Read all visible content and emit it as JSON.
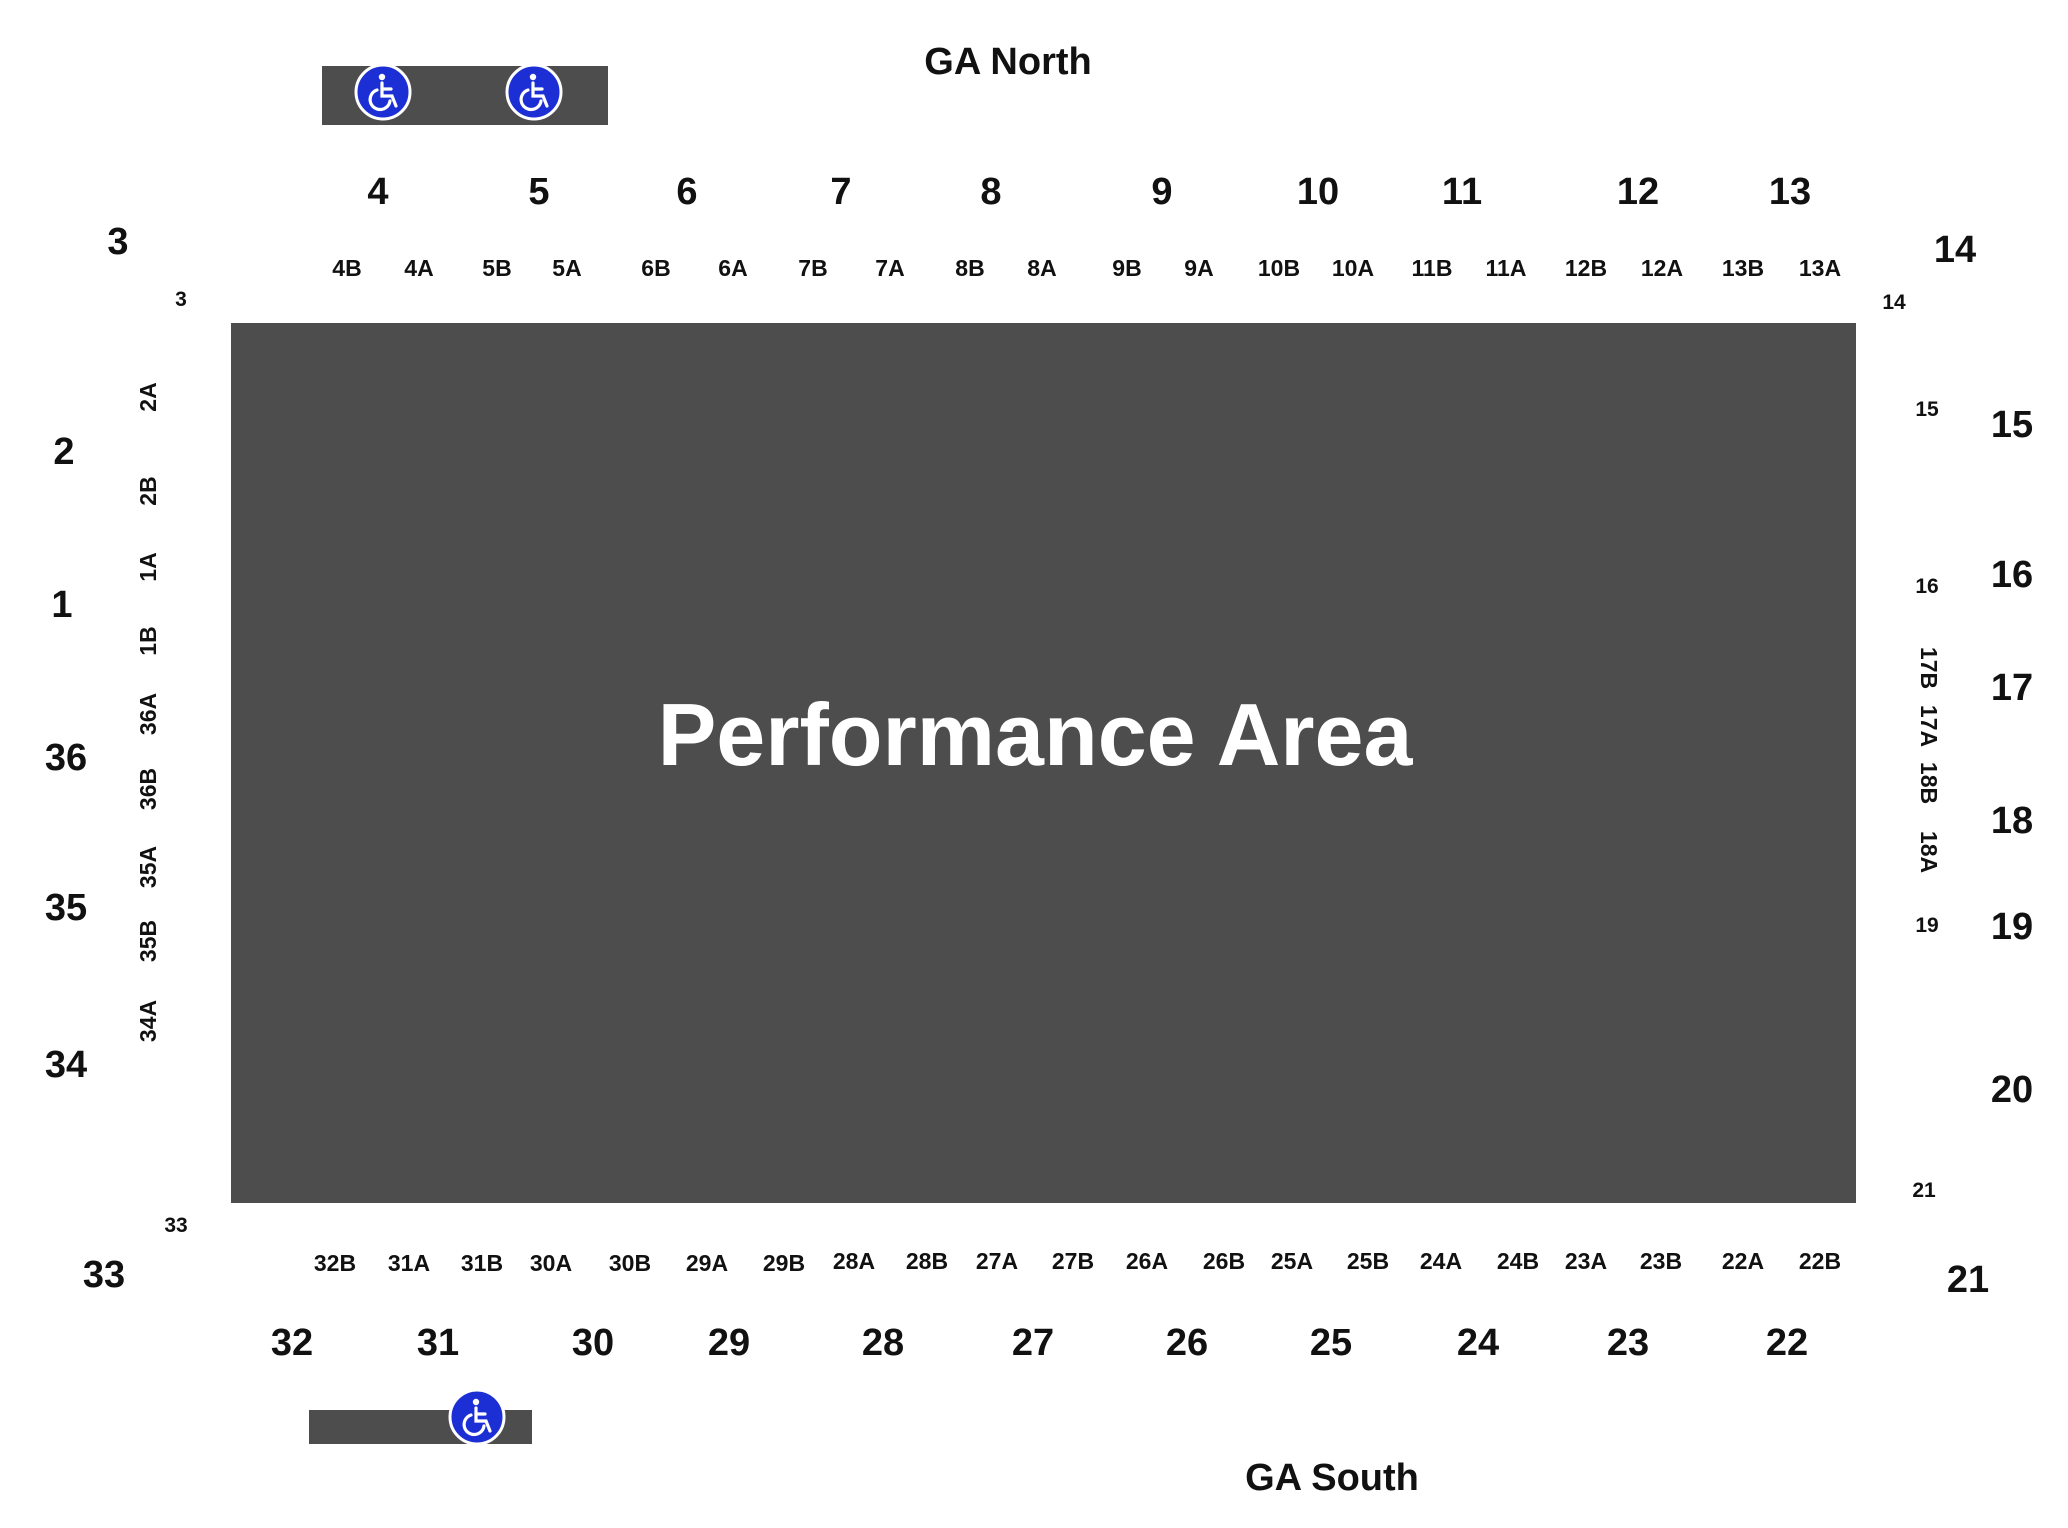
{
  "stage": {
    "label": "Performance Area",
    "color": "#4d4d4d"
  },
  "general_admission": {
    "north": "GA North",
    "south": "GA South"
  },
  "accessible": {
    "icon": "wheelchair-icon",
    "badge_color": "#1b2fd4",
    "platform_color": "#4d4d4d"
  },
  "sections": {
    "north": [
      "4",
      "5",
      "6",
      "7",
      "8",
      "9",
      "10",
      "11",
      "12",
      "13"
    ],
    "north_rows": [
      "4B",
      "4A",
      "5B",
      "5A",
      "6B",
      "6A",
      "7B",
      "7A",
      "8B",
      "8A",
      "9B",
      "9A",
      "10B",
      "10A",
      "11B",
      "11A",
      "12B",
      "12A",
      "13B",
      "13A"
    ],
    "south": [
      "32",
      "31",
      "30",
      "29",
      "28",
      "27",
      "26",
      "25",
      "24",
      "23",
      "22"
    ],
    "south_rows": [
      "32B",
      "31A",
      "31B",
      "30A",
      "30B",
      "29A",
      "29B",
      "28A",
      "28B",
      "27A",
      "27B",
      "26A",
      "26B",
      "25A",
      "25B",
      "24A",
      "24B",
      "23A",
      "23B",
      "22A",
      "22B"
    ],
    "west": [
      "3",
      "2",
      "1",
      "36",
      "35",
      "34",
      "33"
    ],
    "west_rows": [
      "2A",
      "2B",
      "1A",
      "1B",
      "36A",
      "36B",
      "35A",
      "35B",
      "34A"
    ],
    "east": [
      "14",
      "15",
      "16",
      "17",
      "18",
      "19",
      "20",
      "21"
    ],
    "east_rows": [
      "17B",
      "17A",
      "18B",
      "18A"
    ],
    "corner_small": [
      "3",
      "14",
      "15",
      "16",
      "19",
      "21",
      "33"
    ]
  }
}
